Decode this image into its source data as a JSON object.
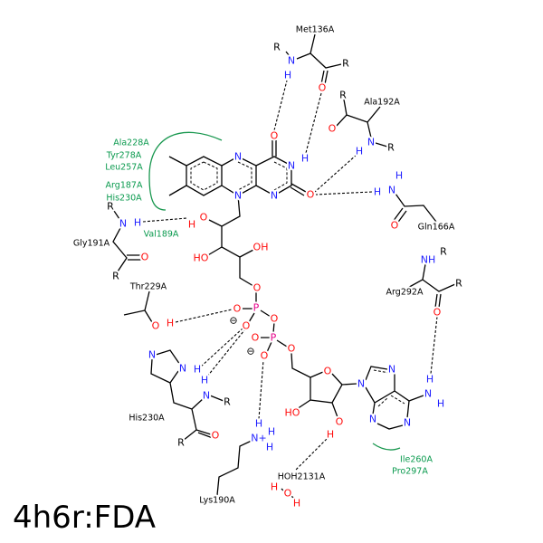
{
  "title": "4h6r:FDA",
  "atoms": {
    "O": "O",
    "N": "N",
    "H": "H",
    "R": "R",
    "P": "P",
    "OH": "OH",
    "HO": "HO",
    "NH": "NH",
    "minus": "⊖",
    "Nplus": "N+"
  },
  "residues": {
    "met136": "Met136A",
    "ala192": "Ala192A",
    "gln166": "Gln166A",
    "gly191": "Gly191A",
    "thr229": "Thr229A",
    "his230": "His230A",
    "lys190": "Lys190A",
    "arg292": "Arg292A",
    "hoh2131": "HOH2131A"
  },
  "hydrophobic": {
    "ala228": "Ala228A",
    "tyr278": "Tyr278A",
    "leu257": "Leu257A",
    "arg187": "Arg187A",
    "his230": "His230A",
    "val189": "Val189A",
    "ile260": "Ile260A",
    "pro297": "Pro297A"
  },
  "colors": {
    "oxygen": "#ff0d0d",
    "nitrogen": "#1f1fff",
    "phosphorus": "#e6008a",
    "hydrophobic": "#0a9a4e"
  }
}
